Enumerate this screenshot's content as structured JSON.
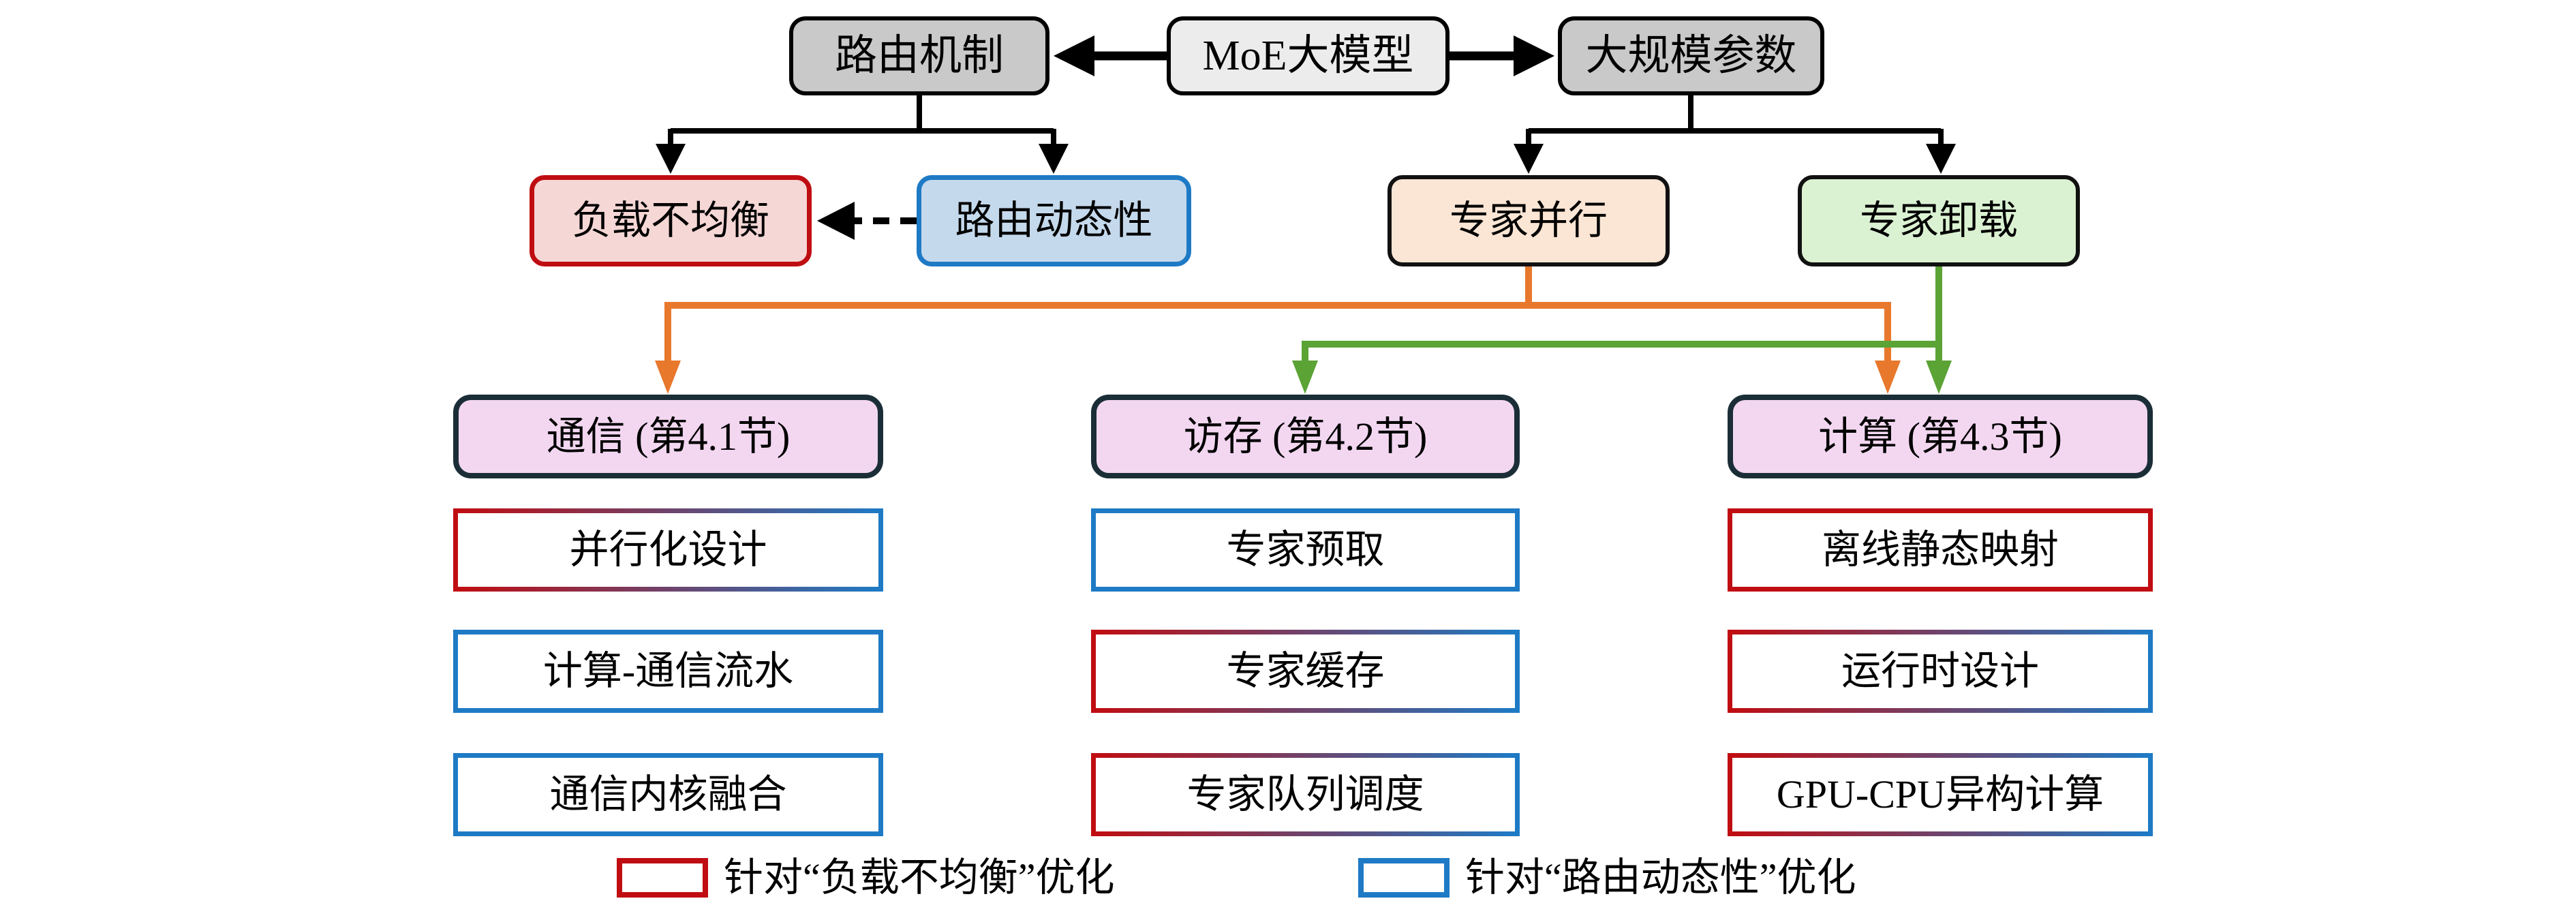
{
  "diagram": {
    "root": {
      "label": "MoE大模型"
    },
    "level1": [
      {
        "id": "routing-mechanism",
        "label": "路由机制"
      },
      {
        "id": "large-scale-params",
        "label": "大规模参数"
      }
    ],
    "level2": [
      {
        "id": "load-imbalance",
        "label": "负载不均衡",
        "style": "red-on-pink"
      },
      {
        "id": "routing-dynamics",
        "label": "路由动态性",
        "style": "blue-on-lightblue"
      },
      {
        "id": "expert-parallel",
        "label": "专家并行",
        "style": "black-on-peach"
      },
      {
        "id": "expert-offload",
        "label": "专家卸载",
        "style": "black-on-green"
      }
    ],
    "columns": [
      {
        "header": "通信 (第4.1节)",
        "items": [
          {
            "label": "并行化设计",
            "optimizes": "both"
          },
          {
            "label": "计算-通信流水",
            "optimizes": "routing-dynamics"
          },
          {
            "label": "通信内核融合",
            "optimizes": "routing-dynamics"
          }
        ]
      },
      {
        "header": "访存 (第4.2节)",
        "items": [
          {
            "label": "专家预取",
            "optimizes": "routing-dynamics"
          },
          {
            "label": "专家缓存",
            "optimizes": "both"
          },
          {
            "label": "专家队列调度",
            "optimizes": "both"
          }
        ]
      },
      {
        "header": "计算 (第4.3节)",
        "items": [
          {
            "label": "离线静态映射",
            "optimizes": "load-imbalance"
          },
          {
            "label": "运行时设计",
            "optimizes": "both"
          },
          {
            "label": "GPU-CPU异构计算",
            "optimizes": "both"
          }
        ]
      }
    ],
    "legend": [
      {
        "swatch": "red",
        "label": "针对“负载不均衡”优化"
      },
      {
        "swatch": "blue",
        "label": "针对“路由动态性”优化"
      }
    ],
    "colors": {
      "load_imbalance_red": "#c00d12",
      "routing_dynamics_blue": "#1e7ac5",
      "expert_parallel_orange": "#e8782c",
      "expert_offload_green": "#5ba335",
      "header_fill": "#f3d7f1",
      "header_border": "#1b2e38",
      "load_imbalance_fill": "#f5d7d5",
      "routing_dynamics_fill": "#c5d9ec",
      "expert_parallel_fill": "#fbe5d4",
      "expert_offload_fill": "#dbf2d2",
      "gray_node_fill": "#c9c9c9",
      "root_node_fill": "#ececec"
    }
  }
}
